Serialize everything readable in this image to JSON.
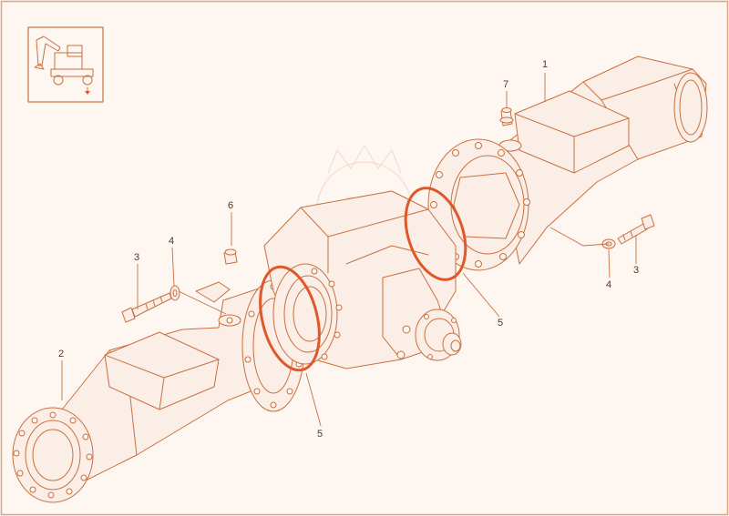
{
  "diagram": {
    "kind": "exploded parts view",
    "line_color": "#c9703f",
    "ring_color": "#e0582a",
    "background": "#fdf6f1",
    "thumbnail": {
      "icon": "excavator-icon"
    }
  },
  "callouts": [
    {
      "id": "1",
      "part": "right axle housing"
    },
    {
      "id": "2",
      "part": "left axle housing"
    },
    {
      "id": "3",
      "part": "bolt (left)"
    },
    {
      "id": "3",
      "part": "bolt (right)"
    },
    {
      "id": "4",
      "part": "washer (left)"
    },
    {
      "id": "4",
      "part": "washer (right)"
    },
    {
      "id": "5",
      "part": "o-ring (left)"
    },
    {
      "id": "5",
      "part": "o-ring (right)"
    },
    {
      "id": "6",
      "part": "breather plug"
    },
    {
      "id": "7",
      "part": "breather fitting"
    }
  ]
}
